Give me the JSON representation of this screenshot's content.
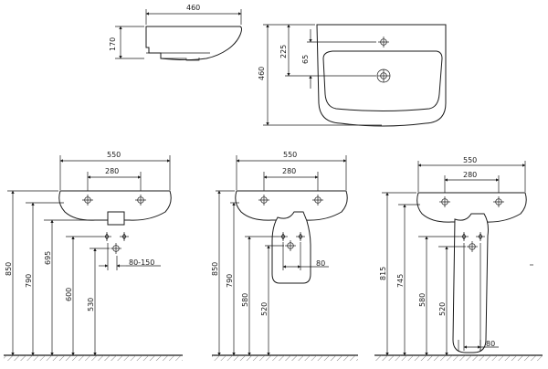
{
  "top": {
    "side_width": "460",
    "side_height": "170",
    "plan_depth": "460",
    "plan_225": "225",
    "plan_65": "65"
  },
  "view1": {
    "w550": "550",
    "w280": "280",
    "h850": "850",
    "h790": "790",
    "h695": "695",
    "h600": "600",
    "h530": "530",
    "w80_150": "80-150"
  },
  "view2": {
    "w550": "550",
    "w280": "280",
    "h850": "850",
    "h790": "790",
    "h580": "580",
    "h520": "520",
    "w80": "80"
  },
  "view3": {
    "w550": "550",
    "w280": "280",
    "h815": "815",
    "h745": "745",
    "h580": "580",
    "h520": "520",
    "w80": "80"
  }
}
